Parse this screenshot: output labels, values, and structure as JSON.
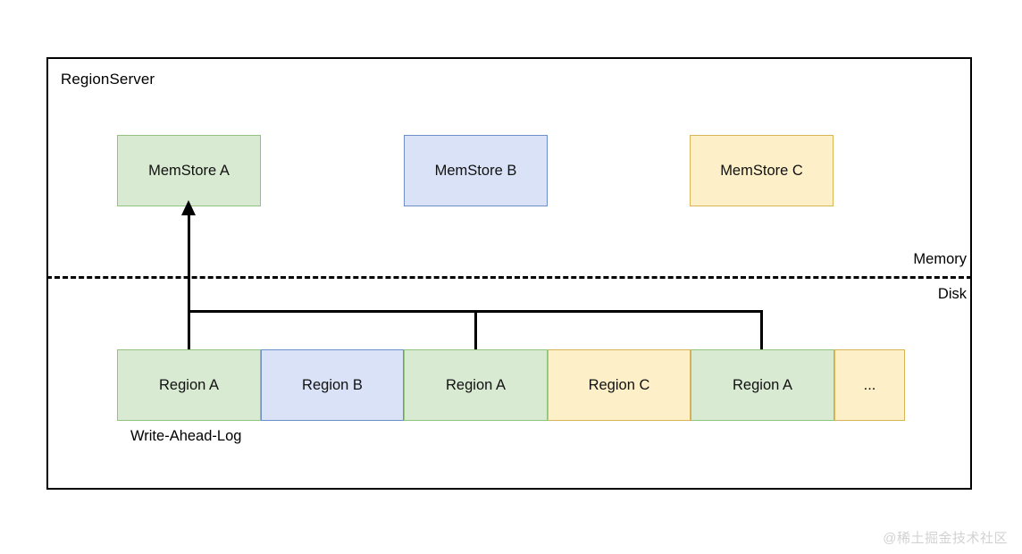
{
  "diagram": {
    "container": {
      "title": "RegionServer"
    },
    "memstores": [
      {
        "label": "MemStore A",
        "color": "green",
        "fill": "#d9ead3",
        "stroke": "#93c47d"
      },
      {
        "label": "MemStore B",
        "color": "blue",
        "fill": "#d9e2f7",
        "stroke": "#6d8ec8"
      },
      {
        "label": "MemStore C",
        "color": "yellow",
        "fill": "#fdf0c8",
        "stroke": "#d6b656"
      }
    ],
    "separator": {
      "above_label": "Memory",
      "below_label": "Disk",
      "style": "dashed"
    },
    "wal": {
      "caption": "Write-Ahead-Log",
      "cells": [
        {
          "label": "Region A",
          "color": "green",
          "width": 161
        },
        {
          "label": "Region B",
          "color": "blue",
          "width": 160
        },
        {
          "label": "Region A",
          "color": "green",
          "width": 161
        },
        {
          "label": "Region C",
          "color": "yellow",
          "width": 160
        },
        {
          "label": "Region A",
          "color": "green",
          "width": 161
        },
        {
          "label": "...",
          "color": "yellow",
          "width": 79
        }
      ]
    },
    "connectors": [
      {
        "name": "wal-a-to-memstore-a",
        "type": "arrow",
        "from": "Region A (WAL)",
        "to": "MemStore A"
      },
      {
        "name": "region-a-bus",
        "type": "line",
        "joins": [
          "Region A #1",
          "Region A #2",
          "Region A #3"
        ]
      }
    ],
    "watermark": "@稀土掘金技术社区"
  }
}
